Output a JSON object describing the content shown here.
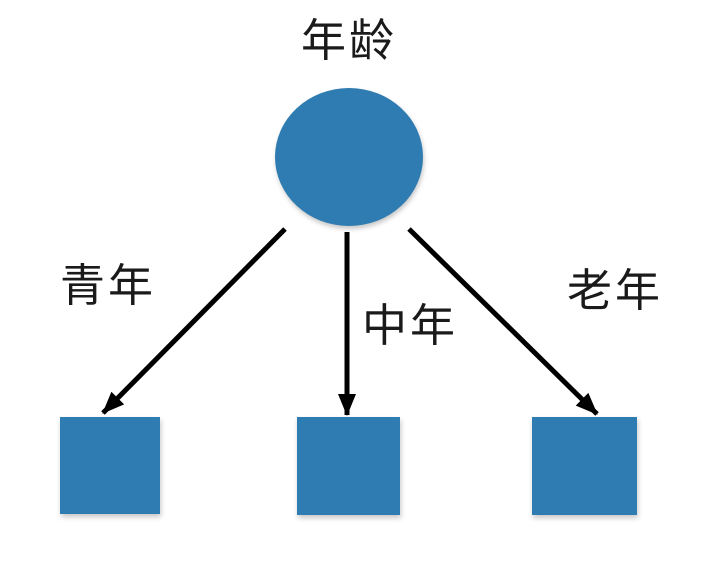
{
  "diagram": {
    "title": "年龄",
    "root": {
      "label": "年龄",
      "shape": "circle",
      "fill": "#2e7cb1"
    },
    "branches": [
      {
        "label": "青年",
        "position": "left"
      },
      {
        "label": "中年",
        "position": "center"
      },
      {
        "label": "老年",
        "position": "right"
      }
    ],
    "leaves": {
      "count": 3,
      "shape": "square",
      "fill": "#2e7cb1"
    },
    "colors": {
      "node_fill": "#2e7cb1",
      "arrow": "#000000",
      "text": "#1a1a1a",
      "background": "#ffffff"
    }
  }
}
